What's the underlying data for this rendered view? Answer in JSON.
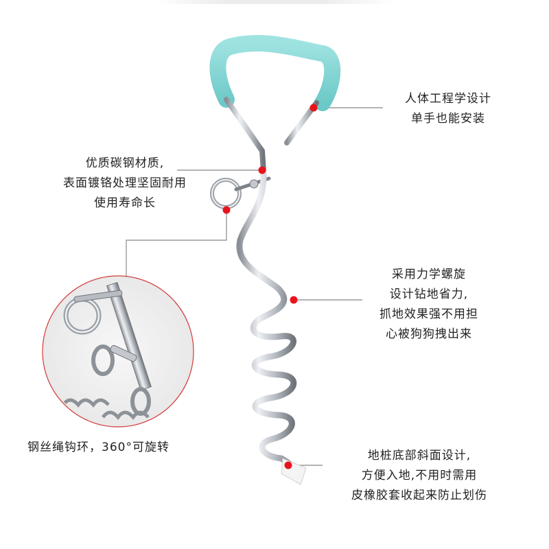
{
  "callouts": {
    "ergonomic": [
      "人体工程学设计",
      "单手也能安装"
    ],
    "material": [
      "优质碳钢材质,",
      "表面镀铬处理坚固耐用",
      "使用寿命长"
    ],
    "spiral": [
      "采用力学螺旋",
      "设计钻地省力,",
      "抓地效果强不用担",
      "心被狗狗拽出来"
    ],
    "bevel": [
      "地桩底部斜面设计,",
      "方便入地,不用时需用",
      "皮橡胶套收起来防止划伤"
    ],
    "swivel": [
      "钢丝绳钩环，360°可旋转"
    ]
  },
  "colors": {
    "handle": "#7fd6d4",
    "marker": "#e8141c",
    "leader": "#9a9a9a",
    "steel": "#c9ccd1"
  }
}
